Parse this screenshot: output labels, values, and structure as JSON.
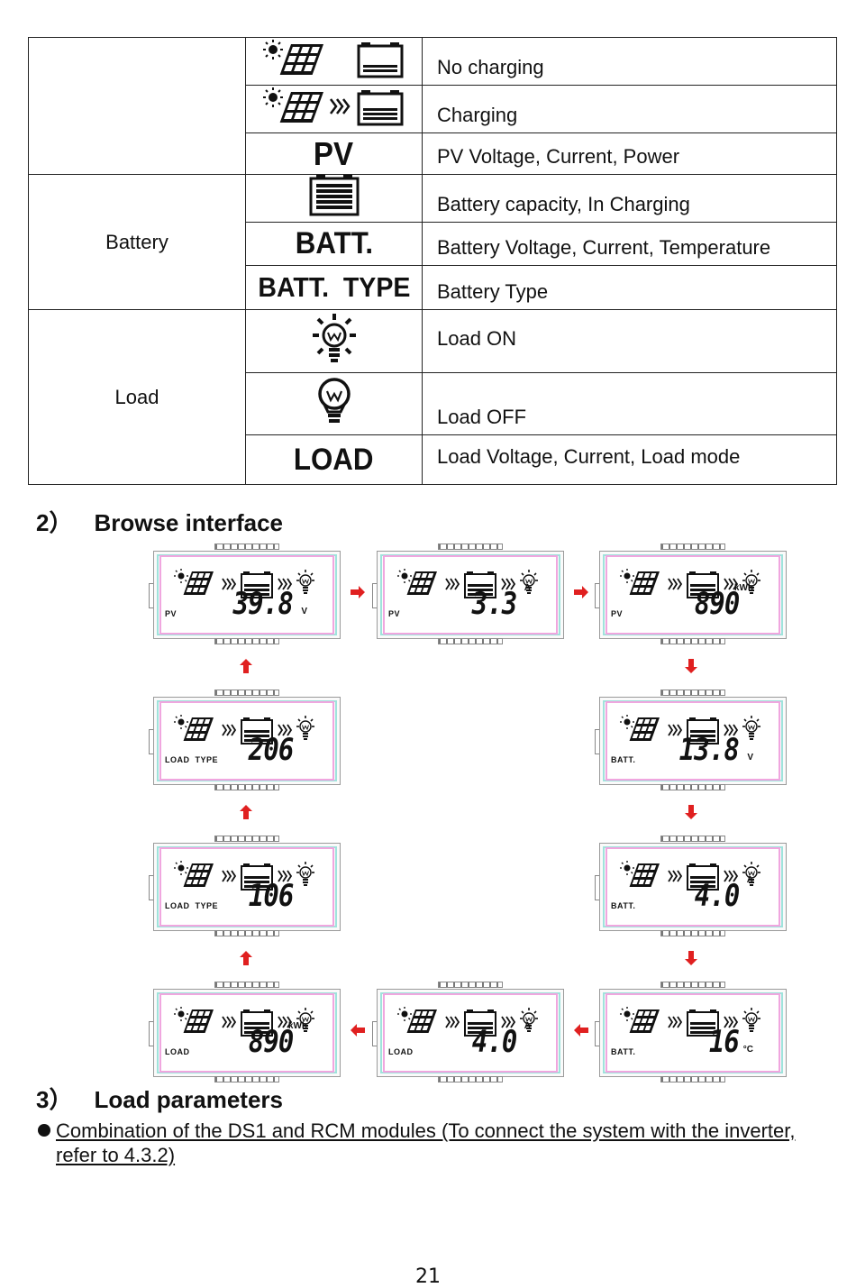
{
  "table": {
    "rows": [
      {
        "desc": "No charging"
      },
      {
        "desc": "Charging"
      },
      {
        "label": "PV",
        "desc": "PV Voltage, Current, Power"
      },
      {
        "desc": "Battery capacity, In Charging"
      },
      {
        "label": "BATT.",
        "desc": "Battery Voltage, Current, Temperature"
      },
      {
        "label": "BATT.  TYPE",
        "desc": "Battery Type"
      },
      {
        "desc": "Load ON"
      },
      {
        "desc": "Load OFF"
      },
      {
        "label": "LOAD",
        "desc": "Load Voltage, Current, Load mode"
      }
    ],
    "groups": {
      "battery": "Battery",
      "load": "Load"
    }
  },
  "browse": {
    "number": "2）",
    "title": "Browse interface",
    "screens": [
      {
        "label": "PV",
        "value": "39.8",
        "unit": "V"
      },
      {
        "label": "PV",
        "value": "3.3",
        "unit": "A"
      },
      {
        "label": "PV",
        "value": "890",
        "unit": "kWh"
      },
      {
        "label": "BATT.",
        "value": "13.8",
        "unit": "V"
      },
      {
        "label": "BATT.",
        "value": "4.0",
        "unit": "A"
      },
      {
        "label": "BATT.",
        "value": "16",
        "unit": "°C"
      },
      {
        "label": "LOAD",
        "value": "4.0",
        "unit": "A"
      },
      {
        "label": "LOAD",
        "value": "890",
        "unit": "kWh"
      },
      {
        "label": "LOAD  TYPE",
        "value": "106",
        "unit": ""
      },
      {
        "label": "LOAD  TYPE",
        "value": "206",
        "unit": ""
      }
    ]
  },
  "load_params": {
    "number": "3）",
    "title": "Load parameters",
    "bullet": "Combination of the DS1 and RCM modules (To connect the system with the inverter, refer to 4.3.2)"
  },
  "page_number": "21",
  "colors": {
    "arrow": "#e02020",
    "lcd_outer": "#9fe3dc",
    "lcd_inner": "#f0a6df"
  }
}
